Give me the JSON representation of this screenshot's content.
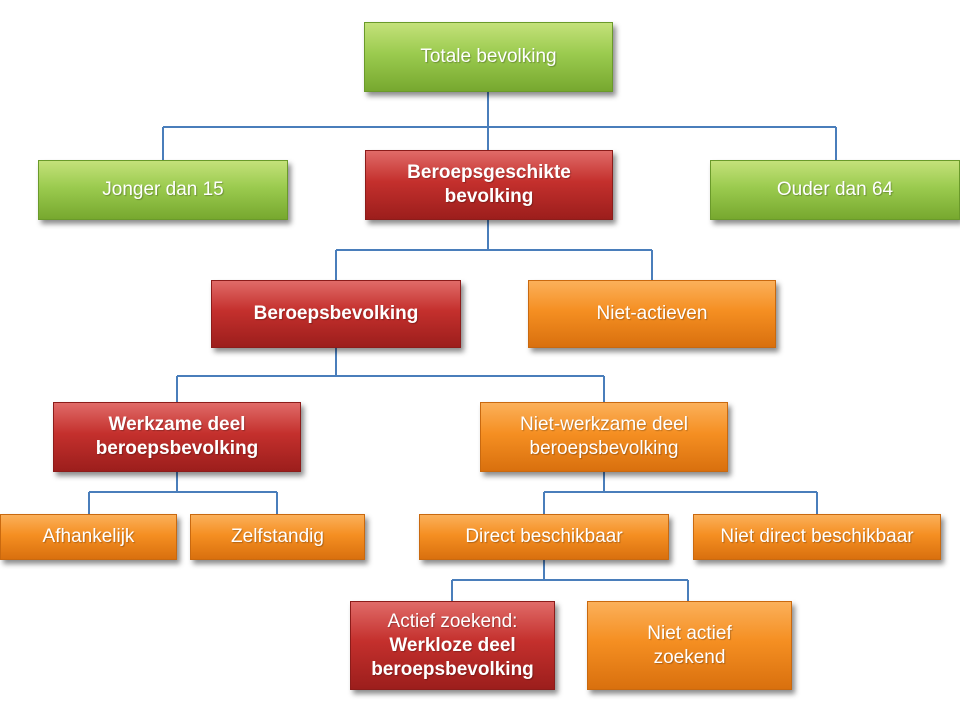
{
  "colors": {
    "green": "#9bcb4f",
    "red": "#c4302d",
    "orange": "#f58f22",
    "connector": "#4a7ebb"
  },
  "nodes": {
    "totale_bevolking": "Totale bevolking",
    "jonger_dan_15": "Jonger dan 15",
    "beroepsgeschikte_bevolking": "Beroepsgeschikte bevolking",
    "ouder_dan_64": "Ouder dan 64",
    "beroepsbevolking": "Beroepsbevolking",
    "niet_actieven": "Niet-actieven",
    "werkzame_deel": "Werkzame deel beroepsbevolking",
    "niet_werkzame_deel": "Niet-werkzame deel beroepsbevolking",
    "afhankelijk": "Afhankelijk",
    "zelfstandig": "Zelfstandig",
    "direct_beschikbaar": "Direct beschikbaar",
    "niet_direct_beschikbaar": "Niet direct beschikbaar",
    "actief_zoekend_line1": "Actief zoekend:",
    "actief_zoekend_line2": "Werkloze deel beroepsbevolking",
    "niet_actief_zoekend": "Niet actief zoekend"
  }
}
